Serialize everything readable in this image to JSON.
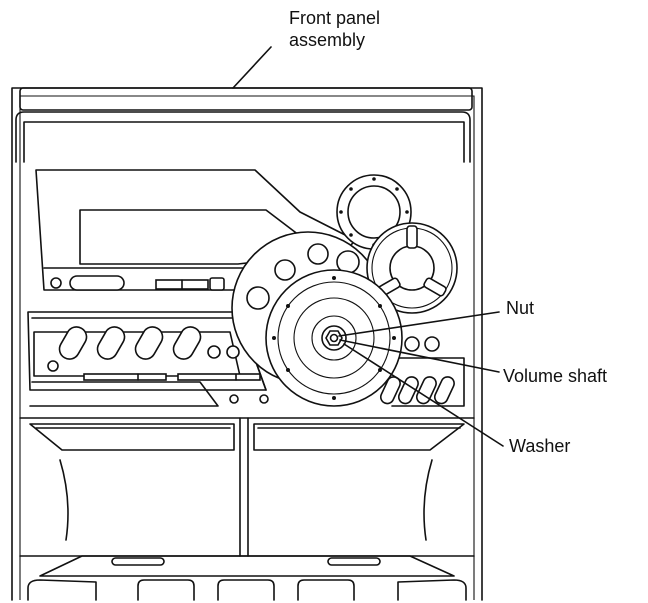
{
  "labels": {
    "front_panel": [
      "Front panel",
      "assembly"
    ],
    "nut": "Nut",
    "volume_shaft": "Volume shaft",
    "washer": "Washer"
  }
}
